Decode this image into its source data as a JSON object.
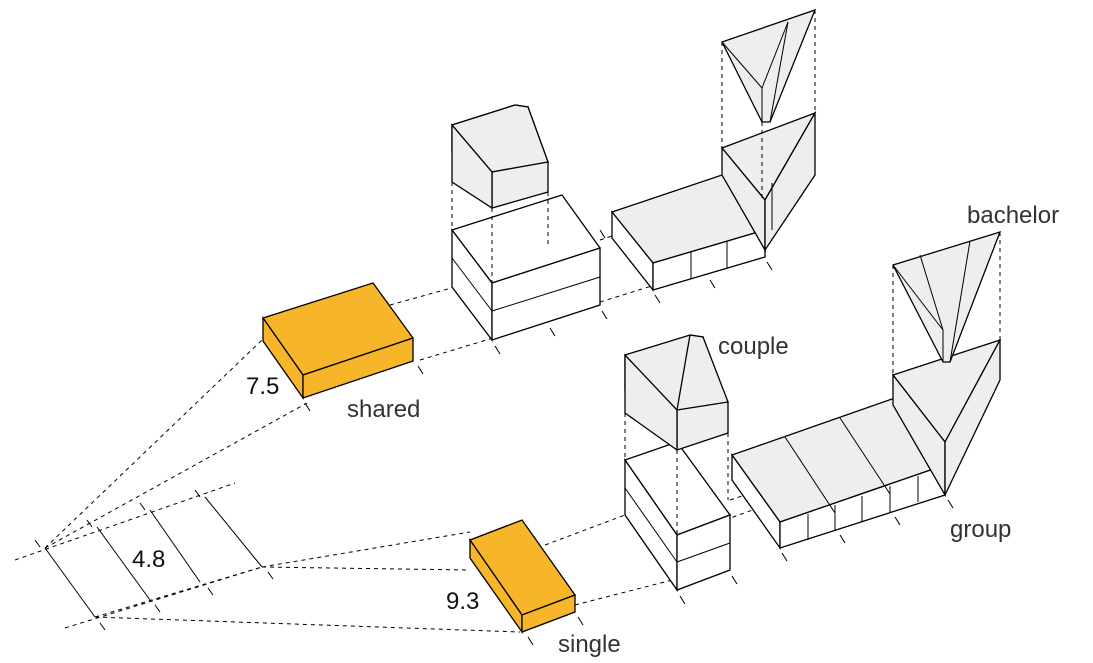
{
  "labels": {
    "bachelor": "bachelor",
    "couple": "couple",
    "shared": "shared",
    "group": "group",
    "single": "single"
  },
  "dimensions": {
    "shared_width": "7.5",
    "base_width": "4.8",
    "single_width": "9.3"
  },
  "colors": {
    "highlight": "#f7b52a",
    "roof": "#eeeeee",
    "line": "#000000"
  }
}
